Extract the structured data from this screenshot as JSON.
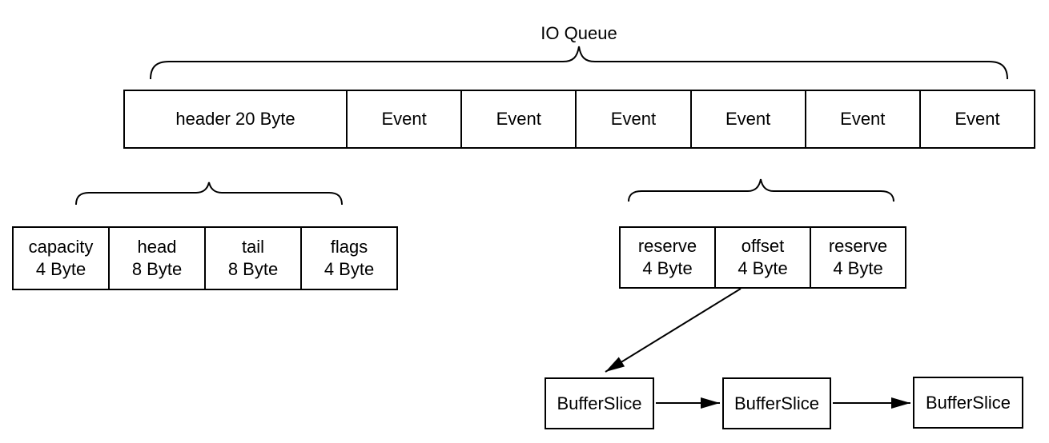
{
  "diagram": {
    "title": "IO Queue",
    "queue_row": {
      "header_cell": "header 20 Byte",
      "event_cells": [
        "Event",
        "Event",
        "Event",
        "Event",
        "Event",
        "Event"
      ]
    },
    "header_fields": [
      {
        "name": "capacity",
        "size": "4 Byte"
      },
      {
        "name": "head",
        "size": "8 Byte"
      },
      {
        "name": "tail",
        "size": "8 Byte"
      },
      {
        "name": "flags",
        "size": "4 Byte"
      }
    ],
    "event_fields": [
      {
        "name": "reserve",
        "size": "4 Byte"
      },
      {
        "name": "offset",
        "size": "4 Byte"
      },
      {
        "name": "reserve",
        "size": "4 Byte"
      }
    ],
    "buffer_slices": [
      "BufferSlice",
      "BufferSlice",
      "BufferSlice"
    ],
    "colors": {
      "stroke": "#000000",
      "fill": "#ffffff",
      "background": "#ffffff"
    }
  }
}
